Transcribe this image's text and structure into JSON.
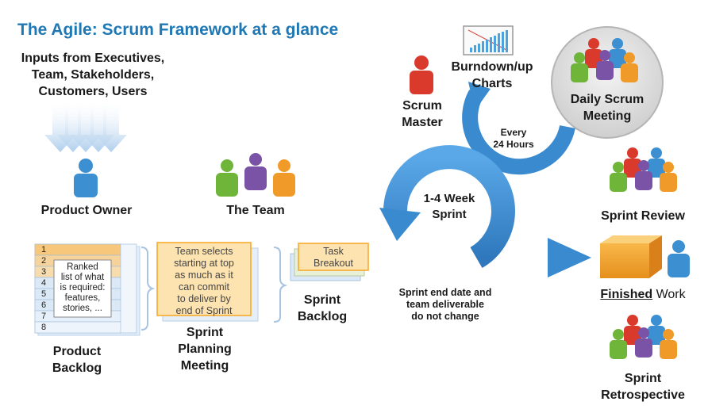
{
  "title": "The Agile: Scrum Framework at a glance",
  "inputs": [
    "Inputs from Executives,",
    "Team, Stakeholders,",
    "Customers, Users"
  ],
  "product_owner": "Product Owner",
  "the_team": "The Team",
  "scrum_master": [
    "Scrum",
    "Master"
  ],
  "burndown": [
    "Burndown/up",
    "Charts"
  ],
  "daily_scrum": [
    "Daily Scrum",
    "Meeting"
  ],
  "every_24": [
    "Every",
    "24 Hours"
  ],
  "sprint_loop": [
    "1-4 Week",
    "Sprint"
  ],
  "sprint_review": "Sprint Review",
  "finished_work": {
    "bold": "Finished",
    "rest": " Work"
  },
  "sprint_retro": [
    "Sprint",
    "Retrospective"
  ],
  "product_backlog": {
    "items": [
      "1",
      "2",
      "3",
      "4",
      "5",
      "6",
      "7",
      "8"
    ],
    "note": [
      "Ranked",
      "list of what",
      "is required:",
      "features,",
      "stories, ..."
    ],
    "label": [
      "Product",
      "Backlog"
    ]
  },
  "sprint_planning": {
    "note": [
      "Team selects",
      "starting at top",
      "as much as it",
      "can commit",
      "to deliver by",
      "end of Sprint"
    ],
    "label": [
      "Sprint",
      "Planning",
      "Meeting"
    ]
  },
  "sprint_backlog": {
    "task": [
      "Task",
      "Breakout"
    ],
    "label": [
      "Sprint",
      "Backlog"
    ]
  },
  "sprint_note": [
    "Sprint end date and",
    "team deliverable",
    "do not change"
  ],
  "colors": {
    "title": "#1f78b4",
    "arrow": "#3a8ad0",
    "orange_box": "#f5a623",
    "person_blue": "#3c8fd0",
    "person_red": "#d93a2b",
    "person_green": "#6fb53a",
    "person_purple": "#7a52a6",
    "person_orange": "#f09a2a"
  }
}
